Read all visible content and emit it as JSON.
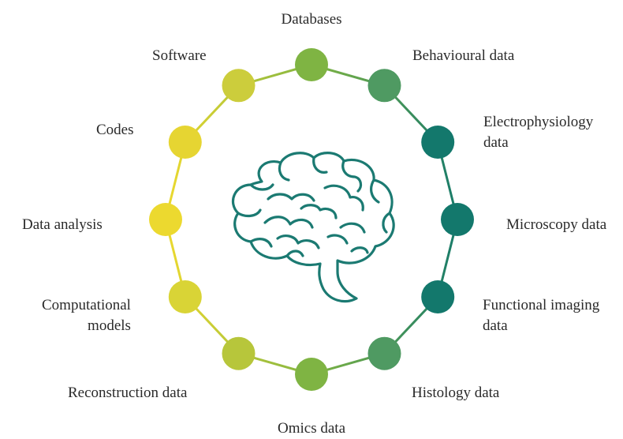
{
  "nodes": [
    {
      "id": "databases",
      "lines": [
        "Databases"
      ],
      "color": "#7fb443"
    },
    {
      "id": "behavioural-data",
      "lines": [
        "Behavioural data"
      ],
      "color": "#4f9a62"
    },
    {
      "id": "electrophysiology-data",
      "lines": [
        "Electrophysiology",
        "data"
      ],
      "color": "#13786c"
    },
    {
      "id": "microscopy-data",
      "lines": [
        "Microscopy data"
      ],
      "color": "#13786c"
    },
    {
      "id": "functional-imaging-data",
      "lines": [
        "Functional imaging",
        "data"
      ],
      "color": "#13786c"
    },
    {
      "id": "histology-data",
      "lines": [
        "Histology data"
      ],
      "color": "#4f9a62"
    },
    {
      "id": "omics-data",
      "lines": [
        "Omics data"
      ],
      "color": "#7fb443"
    },
    {
      "id": "reconstruction-data",
      "lines": [
        "Reconstruction data"
      ],
      "color": "#b7c63b"
    },
    {
      "id": "computational-models",
      "lines": [
        "Computational",
        "models"
      ],
      "color": "#d9d436"
    },
    {
      "id": "data-analysis",
      "lines": [
        "Data analysis"
      ],
      "color": "#ecd92f"
    },
    {
      "id": "codes",
      "lines": [
        "Codes"
      ],
      "color": "#e6d532"
    },
    {
      "id": "software",
      "lines": [
        "Software"
      ],
      "color": "#cccd3c"
    }
  ],
  "center_icon": "brain-icon",
  "colors": {
    "brain_stroke": "#1b7a72",
    "ring_yellow": "#ecd92f",
    "ring_green": "#7fb443",
    "ring_teal": "#13786c"
  }
}
